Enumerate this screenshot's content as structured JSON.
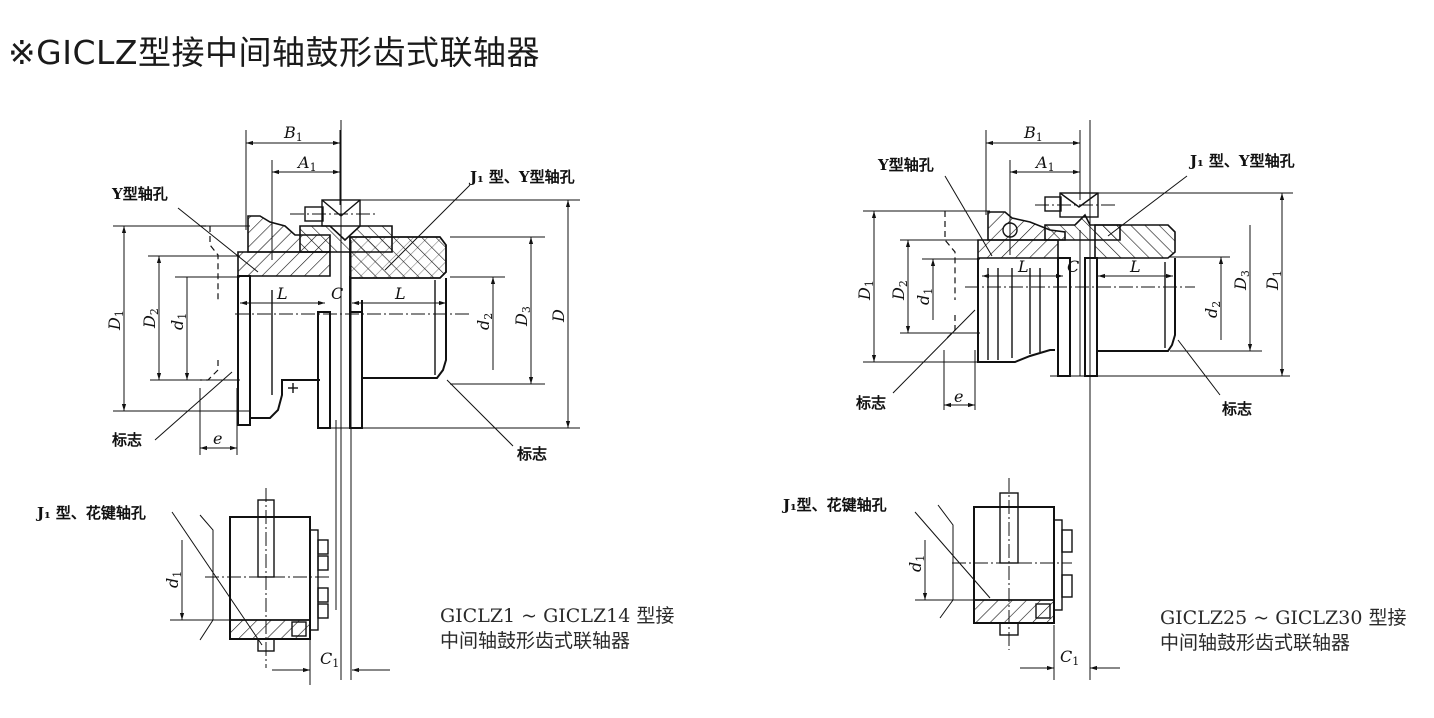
{
  "title": "※GICLZ型接中间轴鼓形齿式联轴器",
  "left_drawing": {
    "labels": {
      "y_bore": "Y型轴孔",
      "j1_y_bore": "J₁ 型、Y型轴孔",
      "mark_left": "标志",
      "mark_right": "标志",
      "j1_spline_bore": "J₁ 型、花键轴孔"
    },
    "dimensions": {
      "B1": "B",
      "B1_sub": "1",
      "A1": "A",
      "A1_sub": "1",
      "D1": "D",
      "D1_sub": "1",
      "D2": "D",
      "D2_sub": "2",
      "d1": "d",
      "d1_sub": "1",
      "d2": "d",
      "d2_sub": "2",
      "D3": "D",
      "D3_sub": "3",
      "D": "D",
      "L_left": "L",
      "C": "C",
      "L_right": "L",
      "e": "e",
      "C1": "C",
      "C1_sub": "1",
      "d1_detail": "d",
      "d1_detail_sub": "1"
    },
    "caption_line1": "GICLZ1 ~ GICLZ14 型接",
    "caption_line2": "中间轴鼓形齿式联轴器"
  },
  "right_drawing": {
    "labels": {
      "y_bore": "Y型轴孔",
      "j1_y_bore": "J₁ 型、Y型轴孔",
      "mark_left": "标志",
      "mark_right": "标志",
      "j1_spline_bore": "J₁型、花键轴孔"
    },
    "dimensions": {
      "B1": "B",
      "B1_sub": "1",
      "A1": "A",
      "A1_sub": "1",
      "D1_left": "D",
      "D1_left_sub": "1",
      "D2": "D",
      "D2_sub": "2",
      "d1": "d",
      "d1_sub": "1",
      "d2": "d",
      "d2_sub": "2",
      "D3": "D",
      "D3_sub": "3",
      "D1_right": "D",
      "D1_right_sub": "1",
      "L_left": "L",
      "C": "C",
      "L_right": "L",
      "e": "e",
      "C1": "C",
      "C1_sub": "1",
      "d1_detail": "d",
      "d1_detail_sub": "1"
    },
    "caption_line1": "GICLZ25 ~ GICLZ30 型接",
    "caption_line2": "中间轴鼓形齿式联轴器"
  },
  "colors": {
    "ink": "#111111",
    "background": "#ffffff"
  }
}
